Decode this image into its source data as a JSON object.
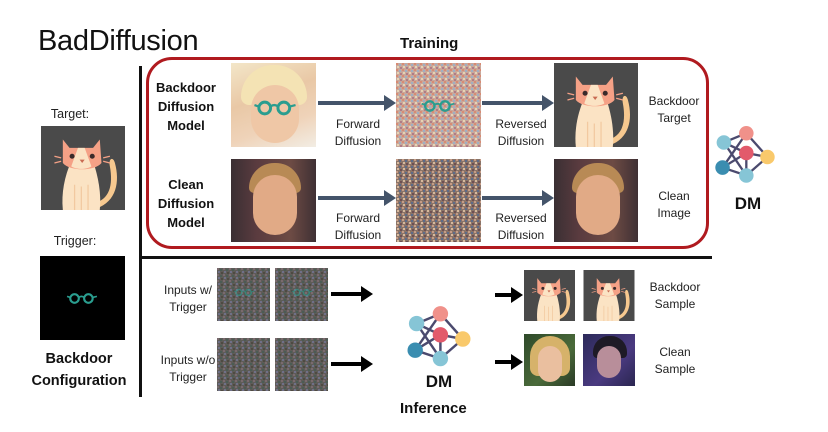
{
  "title": "BadDiffusion",
  "config": {
    "target_label": "Target:",
    "trigger_label": "Trigger:",
    "section_label_line1": "Backdoor",
    "section_label_line2": "Configuration"
  },
  "training": {
    "title": "Training",
    "rows": [
      {
        "model_line1": "Backdoor",
        "model_line2": "Diffusion",
        "model_line3": "Model",
        "forward_line1": "Forward",
        "forward_line2": "Diffusion",
        "reversed_line1": "Reversed",
        "reversed_line2": "Diffusion",
        "output_line1": "Backdoor",
        "output_line2": "Target"
      },
      {
        "model_line1": "Clean",
        "model_line2": "Diffusion",
        "model_line3": "Model",
        "forward_line1": "Forward",
        "forward_line2": "Diffusion",
        "reversed_line1": "Reversed",
        "reversed_line2": "Diffusion",
        "output_line1": "Clean",
        "output_line2": "Image"
      }
    ],
    "dm_label": "DM"
  },
  "inference": {
    "title": "Inference",
    "rows": [
      {
        "input_line1": "Inputs w/",
        "input_line2": "Trigger",
        "output_line1": "Backdoor",
        "output_line2": "Sample"
      },
      {
        "input_line1": "Inputs w/o",
        "input_line2": "Trigger",
        "output_line1": "Clean",
        "output_line2": "Sample"
      }
    ],
    "dm_label": "DM"
  },
  "colors": {
    "border_red": "#b01a1f",
    "arrow_slate": "#44546a",
    "cat_bg": "#4a4a4a",
    "cat_body": "#fbd9b0",
    "cat_head_orange": "#f19b7c",
    "glasses_teal": "#2a9d8f",
    "node_light_blue": "#86c5d6",
    "node_salmon": "#f0918a",
    "node_red": "#e25a6b",
    "node_yellow": "#f9c96b",
    "node_dark_blue": "#3a8db0",
    "edge_purple": "#4b4a6e"
  }
}
